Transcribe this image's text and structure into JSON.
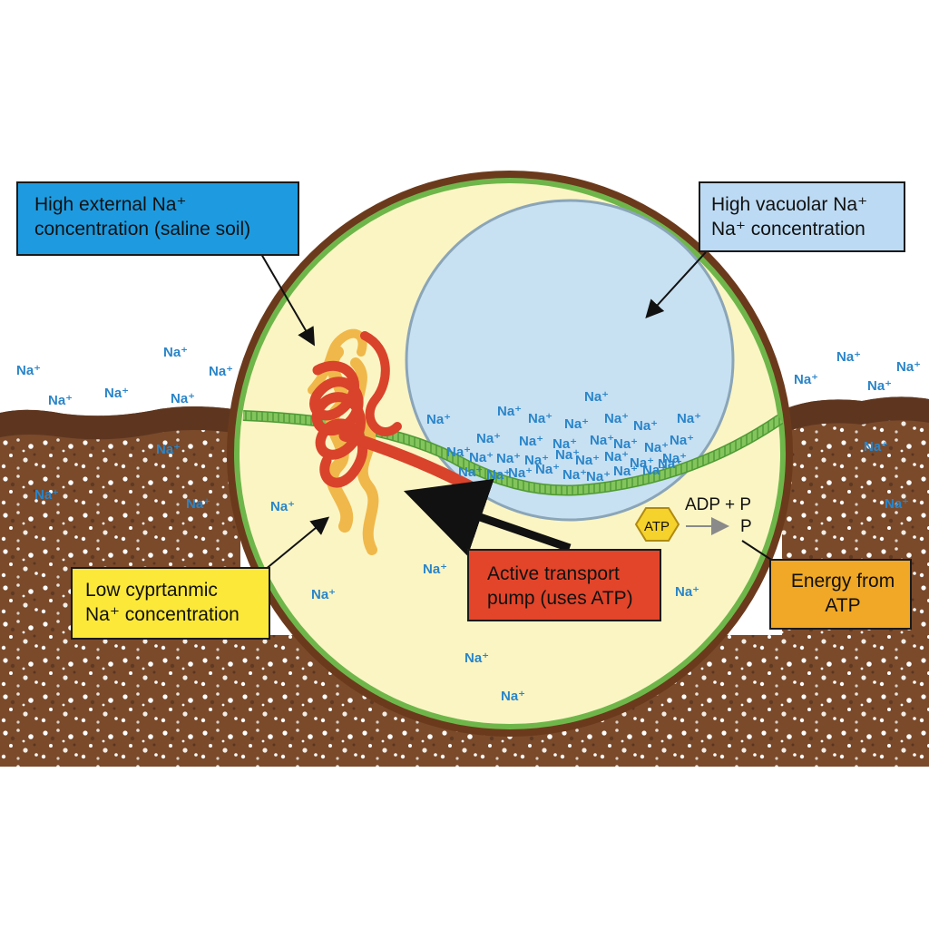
{
  "labels": {
    "external": {
      "line1": "High external Na⁺",
      "line2": "concentration (saline soil)"
    },
    "vacuolar": {
      "line1": "High vacuolar Na⁺",
      "line2": "Na⁺ concentration"
    },
    "cytoplasmic": {
      "line1": "Low cyprtanmic",
      "line2": "Na⁺ concentration"
    },
    "pump": {
      "line1": "Active transport",
      "line2": "pump (uses ATP)"
    },
    "energy": {
      "line1": "Energy from",
      "line2": "ATP"
    }
  },
  "reaction": {
    "atp": "ATP",
    "products": "ADP + P",
    "p_line": "P"
  },
  "ion": {
    "label": "Na⁺"
  },
  "colors": {
    "external_box": "#1e9be0",
    "vacuolar_box": "#bcdaf3",
    "cytoplasmic_box": "#fbe838",
    "pump_box": "#e2452a",
    "energy_box": "#f0a826",
    "cell_fill": "#fbf5c4",
    "cell_wall": "#6b3a1c",
    "membrane": "#6fb64a",
    "vacuole": "#c7e0f2",
    "soil": "#7a4a2b",
    "ion_text": "#2a85c9"
  }
}
